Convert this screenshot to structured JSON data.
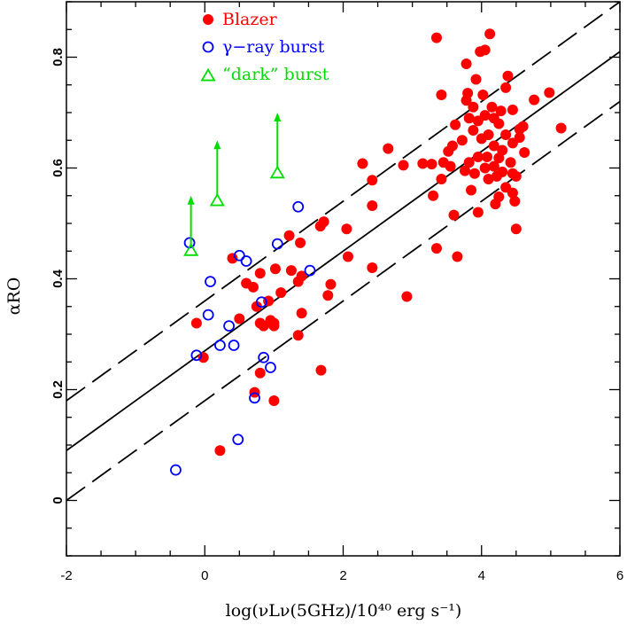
{
  "chart_data": {
    "type": "scatter",
    "xlabel": "log(νLν(5GHz)/10⁴⁰ erg s⁻¹)",
    "ylabel": "αRO",
    "xlim": [
      -2,
      6
    ],
    "ylim": [
      -0.1,
      0.9
    ],
    "xticks": [
      -2,
      0,
      2,
      4,
      6
    ],
    "yticks": [
      0,
      0.2,
      0.4,
      0.6,
      0.8
    ],
    "grid": false,
    "legend_position": "top-left",
    "series": [
      {
        "name": "Blazer",
        "marker": "filled-circle",
        "color": "#ff0000",
        "points": [
          [
            3.35,
            0.835
          ],
          [
            4.12,
            0.842
          ],
          [
            4.05,
            0.813
          ],
          [
            3.98,
            0.81
          ],
          [
            3.78,
            0.788
          ],
          [
            4.38,
            0.766
          ],
          [
            3.92,
            0.76
          ],
          [
            3.8,
            0.735
          ],
          [
            3.42,
            0.732
          ],
          [
            4.02,
            0.732
          ],
          [
            4.98,
            0.736
          ],
          [
            4.76,
            0.723
          ],
          [
            4.35,
            0.745
          ],
          [
            3.78,
            0.722
          ],
          [
            3.88,
            0.71
          ],
          [
            4.15,
            0.71
          ],
          [
            4.45,
            0.705
          ],
          [
            4.28,
            0.703
          ],
          [
            4.18,
            0.69
          ],
          [
            4.05,
            0.695
          ],
          [
            3.82,
            0.69
          ],
          [
            3.95,
            0.685
          ],
          [
            3.62,
            0.678
          ],
          [
            4.25,
            0.68
          ],
          [
            4.6,
            0.675
          ],
          [
            5.15,
            0.672
          ],
          [
            4.55,
            0.67
          ],
          [
            3.88,
            0.668
          ],
          [
            4.1,
            0.66
          ],
          [
            4.35,
            0.66
          ],
          [
            4.55,
            0.655
          ],
          [
            4.0,
            0.653
          ],
          [
            3.72,
            0.65
          ],
          [
            4.45,
            0.645
          ],
          [
            4.18,
            0.64
          ],
          [
            3.58,
            0.64
          ],
          [
            3.52,
            0.63
          ],
          [
            4.3,
            0.632
          ],
          [
            4.62,
            0.628
          ],
          [
            4.08,
            0.62
          ],
          [
            2.65,
            0.635
          ],
          [
            3.95,
            0.62
          ],
          [
            4.25,
            0.618
          ],
          [
            3.82,
            0.61
          ],
          [
            4.42,
            0.61
          ],
          [
            3.45,
            0.61
          ],
          [
            4.18,
            0.603
          ],
          [
            3.15,
            0.608
          ],
          [
            3.28,
            0.607
          ],
          [
            4.05,
            0.6
          ],
          [
            3.55,
            0.603
          ],
          [
            3.76,
            0.595
          ],
          [
            4.3,
            0.593
          ],
          [
            4.45,
            0.59
          ],
          [
            4.5,
            0.585
          ],
          [
            3.9,
            0.59
          ],
          [
            4.22,
            0.585
          ],
          [
            2.28,
            0.608
          ],
          [
            2.87,
            0.605
          ],
          [
            3.42,
            0.58
          ],
          [
            2.42,
            0.578
          ],
          [
            4.1,
            0.58
          ],
          [
            4.35,
            0.565
          ],
          [
            3.85,
            0.56
          ],
          [
            4.25,
            0.548
          ],
          [
            4.45,
            0.555
          ],
          [
            4.2,
            0.535
          ],
          [
            4.48,
            0.54
          ],
          [
            3.3,
            0.55
          ],
          [
            3.95,
            0.52
          ],
          [
            3.6,
            0.515
          ],
          [
            2.42,
            0.532
          ],
          [
            4.5,
            0.49
          ],
          [
            1.72,
            0.503
          ],
          [
            1.67,
            0.495
          ],
          [
            2.05,
            0.49
          ],
          [
            1.22,
            0.478
          ],
          [
            1.38,
            0.465
          ],
          [
            3.35,
            0.455
          ],
          [
            3.65,
            0.44
          ],
          [
            2.07,
            0.44
          ],
          [
            0.4,
            0.437
          ],
          [
            2.42,
            0.42
          ],
          [
            1.02,
            0.418
          ],
          [
            1.25,
            0.415
          ],
          [
            0.8,
            0.41
          ],
          [
            1.4,
            0.405
          ],
          [
            1.35,
            0.395
          ],
          [
            1.82,
            0.39
          ],
          [
            0.6,
            0.392
          ],
          [
            0.7,
            0.385
          ],
          [
            1.1,
            0.375
          ],
          [
            1.78,
            0.37
          ],
          [
            2.92,
            0.368
          ],
          [
            0.92,
            0.36
          ],
          [
            0.75,
            0.35
          ],
          [
            1.4,
            0.338
          ],
          [
            0.5,
            0.328
          ],
          [
            0.95,
            0.325
          ],
          [
            1.0,
            0.32
          ],
          [
            0.8,
            0.32
          ],
          [
            0.85,
            0.315
          ],
          [
            1.0,
            0.315
          ],
          [
            -0.12,
            0.32
          ],
          [
            1.35,
            0.298
          ],
          [
            -0.02,
            0.258
          ],
          [
            1.68,
            0.235
          ],
          [
            0.8,
            0.23
          ],
          [
            0.72,
            0.195
          ],
          [
            1.0,
            0.18
          ],
          [
            0.22,
            0.09
          ]
        ]
      },
      {
        "name": "γ−ray burst",
        "marker": "open-circle",
        "color": "#0000ff",
        "points": [
          [
            1.35,
            0.53
          ],
          [
            -0.22,
            0.465
          ],
          [
            0.5,
            0.442
          ],
          [
            1.05,
            0.463
          ],
          [
            0.6,
            0.432
          ],
          [
            1.52,
            0.415
          ],
          [
            0.08,
            0.395
          ],
          [
            0.82,
            0.358
          ],
          [
            0.05,
            0.335
          ],
          [
            0.35,
            0.315
          ],
          [
            0.22,
            0.28
          ],
          [
            0.42,
            0.28
          ],
          [
            -0.12,
            0.262
          ],
          [
            0.85,
            0.258
          ],
          [
            0.95,
            0.24
          ],
          [
            0.72,
            0.185
          ],
          [
            0.48,
            0.11
          ],
          [
            -0.42,
            0.055
          ]
        ]
      },
      {
        "name": "“dark” burst",
        "marker": "open-triangle",
        "color": "#00dd00",
        "points": [
          [
            -0.2,
            0.45
          ],
          [
            0.18,
            0.54
          ],
          [
            1.05,
            0.59
          ]
        ],
        "upper_limits": [
          [
            -0.2,
            0.55
          ],
          [
            0.18,
            0.65
          ],
          [
            1.05,
            0.7
          ]
        ]
      }
    ],
    "fit_lines": [
      {
        "style": "solid",
        "from": [
          -2,
          0.09
        ],
        "to": [
          6,
          0.81
        ]
      },
      {
        "style": "dashed",
        "from": [
          -2,
          0.18
        ],
        "to": [
          6,
          0.9
        ]
      },
      {
        "style": "dashed",
        "from": [
          -2,
          0.0
        ],
        "to": [
          6,
          0.72
        ]
      }
    ]
  }
}
